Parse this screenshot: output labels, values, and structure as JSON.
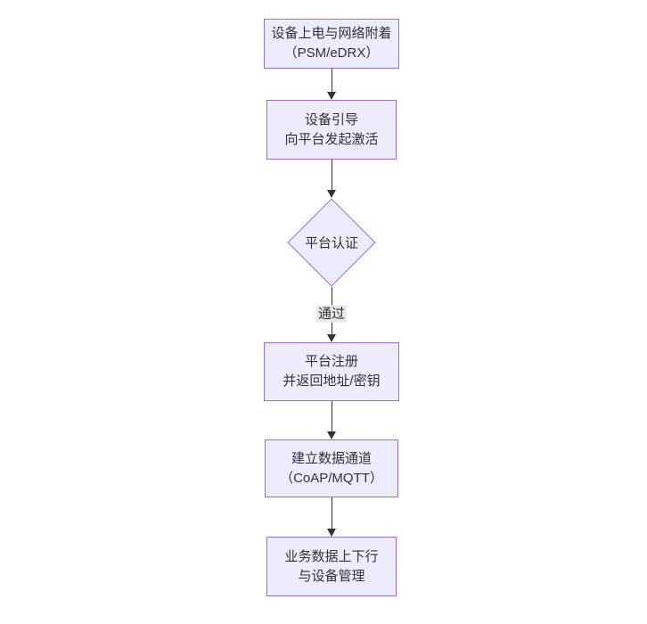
{
  "diagram": {
    "type": "flowchart",
    "direction": "top-down",
    "nodes": [
      {
        "id": "A",
        "shape": "rect",
        "lines": [
          "设备上电与网络附着",
          "（PSM/eDRX）"
        ]
      },
      {
        "id": "B",
        "shape": "rect",
        "lines": [
          "设备引导",
          "向平台发起激活"
        ]
      },
      {
        "id": "C",
        "shape": "diamond",
        "label": "平台认证"
      },
      {
        "id": "D",
        "shape": "rect",
        "lines": [
          "平台注册",
          "并返回地址/密钥"
        ]
      },
      {
        "id": "E",
        "shape": "rect",
        "lines": [
          "建立数据通道",
          "（CoAP/MQTT）"
        ]
      },
      {
        "id": "F",
        "shape": "rect",
        "lines": [
          "业务数据上下行",
          "与设备管理"
        ]
      }
    ],
    "edges": [
      {
        "from": "A",
        "to": "B",
        "label": ""
      },
      {
        "from": "B",
        "to": "C",
        "label": ""
      },
      {
        "from": "C",
        "to": "D",
        "label": "通过"
      },
      {
        "from": "D",
        "to": "E",
        "label": ""
      },
      {
        "from": "E",
        "to": "F",
        "label": ""
      }
    ],
    "colors": {
      "node_fill": "#ECECFF",
      "node_border": "#9370DB",
      "edge_line": "#333333",
      "edge_label_bg": "#e8e8e8",
      "text": "#333333",
      "background": "#ffffff"
    }
  }
}
